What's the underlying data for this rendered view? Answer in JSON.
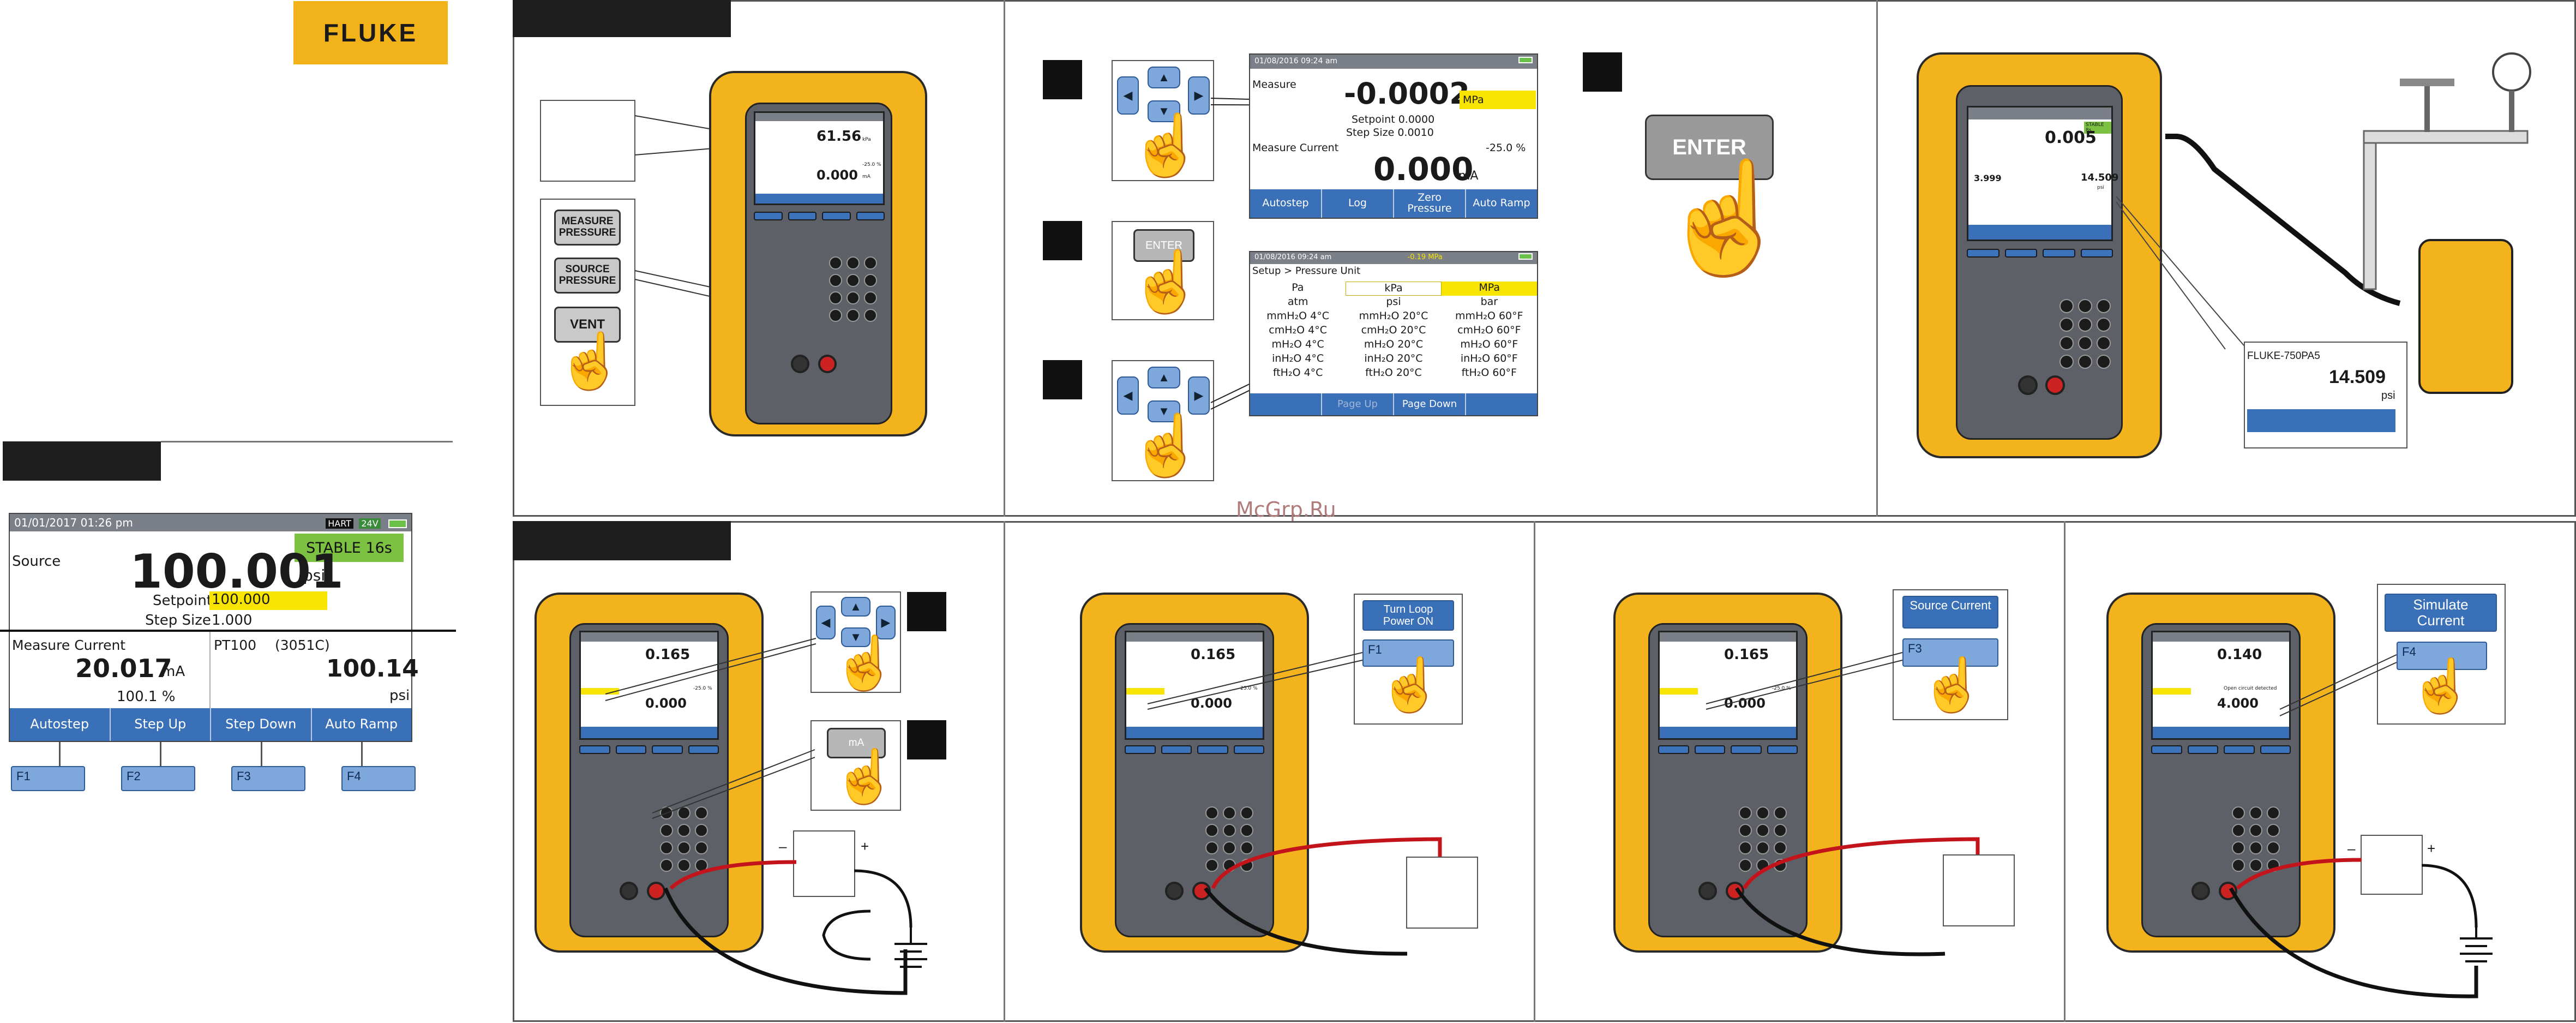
{
  "brand": "FLUKE",
  "big_screen": {
    "datetime": "01/01/2017 01:26 pm",
    "hart": "HART",
    "hart_volts": "24V",
    "stable": "STABLE 16s",
    "source_label": "Source",
    "source_value": "100.001",
    "source_unit": "psi",
    "setpoint_label": "Setpoint",
    "setpoint_value": "100.000",
    "stepsize_label": "Step Size",
    "stepsize_value": "1.000",
    "measure_label": "Measure Current",
    "measure_value": "20.017",
    "measure_unit": "mA",
    "measure_pct": "100.1 %",
    "pt_label": "PT100",
    "pt_model": "(3051C)",
    "pt_value": "100.14",
    "pt_unit": "psi",
    "softkeys": [
      "Autostep",
      "Step Up",
      "Step Down",
      "Auto Ramp"
    ],
    "fkeys": [
      "F1",
      "F2",
      "F3",
      "F4"
    ]
  },
  "panel1": {
    "keys": [
      "MEASURE PRESSURE",
      "SOURCE PRESSURE",
      "VENT"
    ],
    "lcd_value": "61.56",
    "lcd_unit": "kPa",
    "lcd_value2": "0.000",
    "lcd_unit2": "mA",
    "lcd_pct": "-25.0 %"
  },
  "panel2": {
    "screen1": {
      "datetime": "01/08/2016 09:24 am",
      "measure_label": "Measure",
      "measure_value": "-0.0002",
      "measure_unit": "MPa",
      "setpoint": "Setpoint 0.0000",
      "stepsize": "Step Size 0.0010",
      "current_label": "Measure Current",
      "current_pct": "-25.0 %",
      "current_value": "0.000",
      "current_unit": "mA",
      "softkeys": [
        "Autostep",
        "Log",
        "Zero Pressure",
        "Auto Ramp"
      ]
    },
    "enter_small": "ENTER",
    "screen2": {
      "datetime": "01/08/2016 09:24 am",
      "status": "-0.19 MPa",
      "crumb": "Setup > Pressure Unit",
      "rows": [
        [
          "Pa",
          "kPa",
          "MPa"
        ],
        [
          "atm",
          "psi",
          "bar"
        ],
        [
          "mmH₂O 4°C",
          "mmH₂O 20°C",
          "mmH₂O 60°F"
        ],
        [
          "cmH₂O 4°C",
          "cmH₂O 20°C",
          "cmH₂O 60°F"
        ],
        [
          "mH₂O 4°C",
          "mH₂O 20°C",
          "mH₂O 60°F"
        ],
        [
          "inH₂O 4°C",
          "inH₂O 20°C",
          "inH₂O 60°F"
        ],
        [
          "ftH₂O 4°C",
          "ftH₂O 20°C",
          "ftH₂O 60°F"
        ]
      ],
      "softkeys": [
        "",
        "Page Up",
        "Page Down",
        ""
      ]
    }
  },
  "panel3": {
    "enter": "ENTER"
  },
  "panel4": {
    "lcd_value": "0.005",
    "lcd_stable": "STABLE 8s",
    "lcd_value2": "3.999",
    "lcd_value3": "14.509",
    "lcd_unit3": "psi",
    "popup_title": "FLUKE-750PA5",
    "popup_value": "14.509",
    "popup_unit": "psi"
  },
  "bottom": {
    "lcd_value": "0.165",
    "lcd_value2": "0.000",
    "lcd_pct": "-25.0 %",
    "key_ma": "mA",
    "callout_loop": "Turn Loop Power ON",
    "f1": "F1",
    "callout_source": "Source Current",
    "f3": "F3",
    "last_lcd_value": "0.140",
    "last_lcd_value2": "4.000",
    "last_lcd_note": "Open circuit detected",
    "callout_sim": "Simulate Current",
    "f4": "F4",
    "minus": "–",
    "plus": "+"
  },
  "watermark": "McGrp.Ru"
}
